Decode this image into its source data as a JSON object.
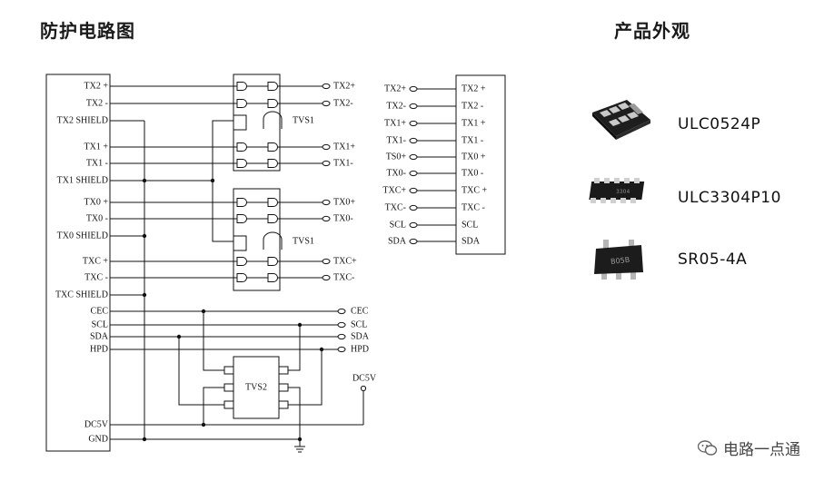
{
  "headings": {
    "protection_circuit": "防护电路图",
    "product_appearance": "产品外观"
  },
  "connector_left": {
    "pins": [
      "TX2 +",
      "TX2 -",
      "TX2 SHIELD",
      "TX1 +",
      "TX1 -",
      "TX1 SHIELD",
      "TX0 +",
      "TX0 -",
      "TX0 SHIELD",
      "TXC +",
      "TXC -",
      "TXC SHIELD",
      "CEC",
      "SCL",
      "SDA",
      "HPD",
      "DC5V",
      "GND"
    ]
  },
  "tvs_labels": {
    "upper": "TVS1",
    "middle": "TVS1",
    "lower": "TVS2"
  },
  "outputs": {
    "labels": [
      "TX2+",
      "TX2-",
      "TX1+",
      "TX1-",
      "TX0+",
      "TX0-",
      "TXC+",
      "TXC-",
      "CEC",
      "SCL",
      "SDA",
      "HPD",
      "DC5V"
    ]
  },
  "connector_right": {
    "inputs": [
      "TX2+",
      "TX2-",
      "TX1+",
      "TX1-",
      "TS0+",
      "TX0-",
      "TXC+",
      "TXC-",
      "SCL",
      "SDA"
    ],
    "pins": [
      "TX2 +",
      "TX2 -",
      "TX1 +",
      "TX1 -",
      "TX0 +",
      "TX0 -",
      "TXC +",
      "TXC -",
      "SCL",
      "SDA"
    ]
  },
  "products": [
    {
      "name": "ULC0524P",
      "icon": "ulc0524p-package-icon"
    },
    {
      "name": "ULC3304P10",
      "icon": "ulc3304p10-package-icon",
      "marking": "3304"
    },
    {
      "name": "SR05-4A",
      "icon": "sr05-4a-package-icon",
      "marking": "B05B"
    }
  ],
  "watermark": "电路一点通"
}
